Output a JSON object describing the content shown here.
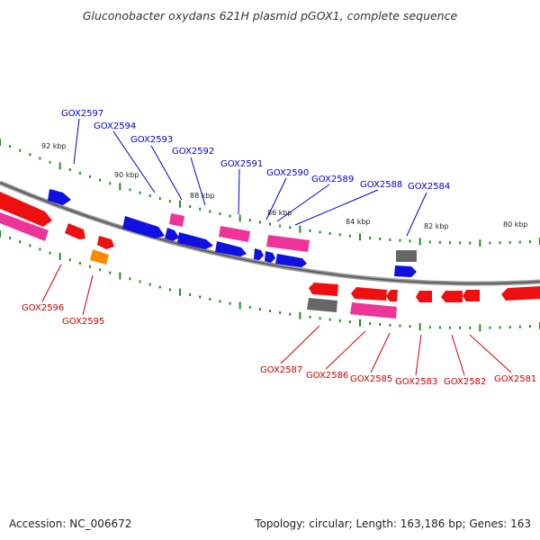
{
  "header": {
    "title": "Gluconobacter oxydans 621H plasmid pGOX1, complete sequence"
  },
  "footer": {
    "accession": "Accession: NC_006672",
    "summary": "Topology: circular; Length: 163,186 bp; Genes: 163"
  },
  "colors": {
    "backbone": "#888888",
    "tick": "#228b22",
    "plus_strand_label": "#0000cc",
    "minus_strand_label": "#cc0000",
    "cds_blue": "#1010e0",
    "cds_red": "#ee1010",
    "cds_pink": "#ee3399",
    "cds_gray": "#666666",
    "cds_orange": "#ff8800"
  },
  "ticks": [
    "92 kbp",
    "90 kbp",
    "88 kbp",
    "86 kbp",
    "84 kbp",
    "82 kbp",
    "80 kbp"
  ],
  "genes_top": [
    "GOX2597",
    "GOX2594",
    "GOX2593",
    "GOX2592",
    "GOX2591",
    "GOX2590",
    "GOX2589",
    "GOX2588",
    "GOX2584"
  ],
  "genes_bottom": [
    "GOX2596",
    "GOX2595",
    "GOX2587",
    "GOX2586",
    "GOX2585",
    "GOX2583",
    "GOX2582",
    "GOX2581"
  ]
}
